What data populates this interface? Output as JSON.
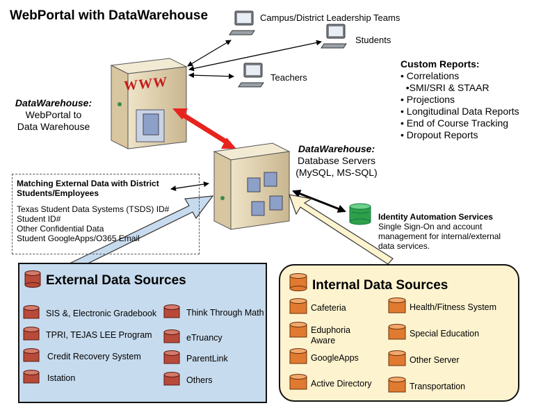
{
  "title": "WebPortal with DataWarehouse",
  "clients": {
    "leadership": "Campus/District  Leadership Teams",
    "students": "Students",
    "teachers": "Teachers"
  },
  "webportal": {
    "title": "DataWarehouse:",
    "line1": "WebPortal to",
    "line2": "Data Warehouse",
    "server_sign": "WWW"
  },
  "db_server": {
    "title": "DataWarehouse:",
    "line1": "Database Servers",
    "line2": "(MySQL, MS-SQL)"
  },
  "custom_reports": {
    "title": "Custom Reports:",
    "items": [
      "• Correlations",
      "  •SMI/SRI & STAAR",
      "• Projections",
      "• Longitudinal Data Reports",
      "• End of Course Tracking",
      "• Dropout Reports"
    ]
  },
  "matching": {
    "title": "Matching External Data with District Students/Employees",
    "items": [
      "Texas Student Data Systems (TSDS) ID#",
      "Student ID#",
      "Other Confidential Data",
      "Student GoogleApps/O365 Email"
    ]
  },
  "identity": {
    "title": "Identity Automation Services",
    "line1": "Single Sign-On and account",
    "line2": "management for internal/external",
    "line3": "data services."
  },
  "external": {
    "title": "External Data Sources",
    "left": [
      "SIS &, Electronic Gradebook",
      "TPRI, TEJAS LEE Program",
      "Credit Recovery System",
      "Istation"
    ],
    "right": [
      "Think Through Math",
      "eTruancy",
      "ParentLink",
      "Others"
    ]
  },
  "internal": {
    "title": "Internal Data Sources",
    "left": [
      "Cafeteria",
      "Eduphoria Aware",
      "GoogleApps",
      "Active Directory"
    ],
    "right": [
      "Health/Fitness System",
      "Special Education",
      "Other Server",
      "Transportation"
    ]
  },
  "colors": {
    "external_bg": "#c7dbee",
    "internal_bg": "#fdf3cf",
    "red_arrow": "#e8231e",
    "external_db": "#b84a3a",
    "internal_db": "#e07a30",
    "identity_db": "#2fa04a"
  }
}
